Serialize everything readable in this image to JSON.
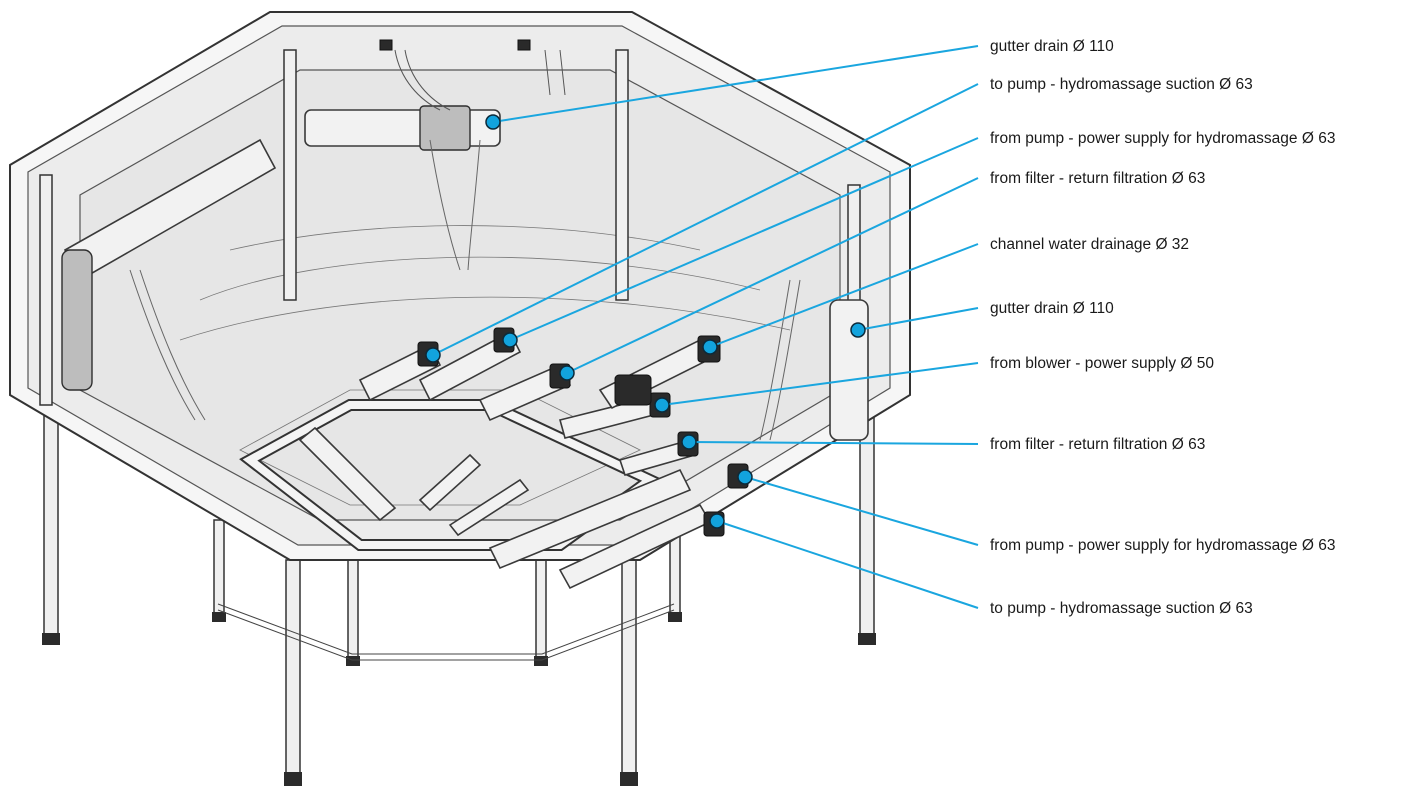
{
  "callouts": [
    {
      "id": "c1",
      "label": "gutter drain Ø 110"
    },
    {
      "id": "c2",
      "label": "to pump - hydromassage suction Ø 63"
    },
    {
      "id": "c3",
      "label": "from pump - power supply for hydromassage Ø 63"
    },
    {
      "id": "c4",
      "label": "from filter - return filtration Ø 63"
    },
    {
      "id": "c5",
      "label": "channel water drainage Ø 32"
    },
    {
      "id": "c6",
      "label": "gutter drain Ø 110"
    },
    {
      "id": "c7",
      "label": "from blower - power supply Ø 50"
    },
    {
      "id": "c8",
      "label": "from filter - return filtration Ø 63"
    },
    {
      "id": "c9",
      "label": "from pump - power supply for hydromassage Ø 63"
    },
    {
      "id": "c10",
      "label": "to pump - hydromassage suction Ø 63"
    }
  ],
  "colors": {
    "leader": "#1aa6df",
    "marker": "#12a3dd",
    "text": "#1a1a1a"
  }
}
